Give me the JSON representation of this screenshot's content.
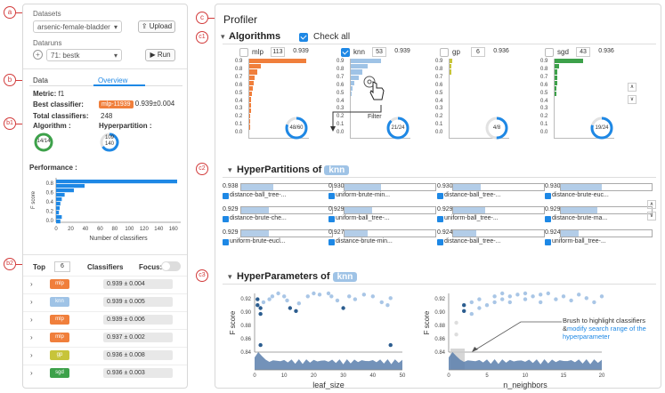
{
  "annotations": [
    "a",
    "b",
    "b1",
    "b2",
    "c",
    "c1",
    "c2",
    "c3"
  ],
  "left": {
    "datasets_label": "Datasets",
    "dataset_value": "arsenic-female-bladder",
    "upload_label": "Upload",
    "dataruns_label": "Dataruns",
    "datarun_value": "71: bestk",
    "run_label": "Run",
    "tabs": [
      "Data",
      "Overview"
    ],
    "metric_label": "Metric:",
    "metric_value": "f1",
    "best_label": "Best classifier:",
    "best_badge": "mlp-11939",
    "best_score": "0.939±0.004",
    "total_label": "Total classifiers:",
    "total_value": "248",
    "algorithm_label": "Algorithm :",
    "algorithm_ring": "14/14",
    "hyperpartition_label": "Hyperpartition :",
    "hyperpartition_ring_top": "109",
    "hyperpartition_ring_bottom": "140",
    "performance_label": "Performance :",
    "perf_chart": {
      "ylabel": "F score",
      "xlabel": "Number of classifiers",
      "yticks": [
        "0.8",
        "0.6",
        "0.4",
        "0.2",
        "0.0"
      ],
      "xticks": [
        "0",
        "20",
        "40",
        "60",
        "80",
        "100",
        "120",
        "140",
        "160"
      ],
      "bars": [
        170,
        40,
        25,
        12,
        8,
        6,
        5,
        4,
        8,
        6
      ]
    },
    "top_label": "Top",
    "top_value": "6",
    "classifiers_label": "Classifiers",
    "focus_label": "Focus:",
    "rows": [
      {
        "tag": "mlp",
        "color": "#f07f3c",
        "score": "0.939 ± 0.004"
      },
      {
        "tag": "knn",
        "color": "#9fc3e6",
        "score": "0.939 ± 0.005"
      },
      {
        "tag": "mlp",
        "color": "#f07f3c",
        "score": "0.939 ± 0.006"
      },
      {
        "tag": "mlp",
        "color": "#f07f3c",
        "score": "0.937 ± 0.002"
      },
      {
        "tag": "gp",
        "color": "#c7c43a",
        "score": "0.936 ± 0.008"
      },
      {
        "tag": "sgd",
        "color": "#3da14a",
        "score": "0.936 ± 0.003"
      }
    ]
  },
  "right": {
    "title": "Profiler",
    "algorithms_title": "Algorithms",
    "check_all": "Check all",
    "algos": [
      {
        "name": "mlp",
        "count": "113",
        "score": "0.939",
        "ring": "48/60",
        "color": "#f07f3c",
        "checked": false,
        "bars": [
          60,
          12,
          8,
          6,
          5,
          4,
          3,
          2,
          2,
          2,
          1,
          1,
          1
        ]
      },
      {
        "name": "knn",
        "count": "53",
        "score": "0.939",
        "ring": "21/24",
        "color": "#9fc3e6",
        "checked": true,
        "bars": [
          32,
          18,
          12,
          8,
          4,
          2,
          1
        ]
      },
      {
        "name": "gp",
        "count": "6",
        "score": "0.936",
        "ring": "4/8",
        "color": "#c7c43a",
        "checked": false,
        "bars": [
          3,
          2,
          2
        ]
      },
      {
        "name": "sgd",
        "count": "43",
        "score": "0.936",
        "ring": "19/24",
        "color": "#3da14a",
        "checked": false,
        "bars": [
          30,
          5,
          3,
          3,
          3,
          2,
          2
        ]
      }
    ],
    "algo_yticks": [
      "0.9",
      "0.8",
      "0.7",
      "0.6",
      "0.5",
      "0.4",
      "0.3",
      "0.2",
      "0.1",
      "0.0"
    ],
    "filter_label": "Filter",
    "hyperpartitions_title": "HyperPartitions of",
    "hp_pill": "knn",
    "hps": [
      {
        "value": "0.938",
        "label": "distance-ball_tree-...",
        "fill": 0.35
      },
      {
        "value": "0.930",
        "label": "uniform-brute-min...",
        "fill": 0.4
      },
      {
        "value": "0.930",
        "label": "distance-ball_tree-...",
        "fill": 0.3
      },
      {
        "value": "0.930",
        "label": "distance-brute-euc...",
        "fill": 0.45
      },
      {
        "value": "0.929",
        "label": "distance-brute-che...",
        "fill": 0.3
      },
      {
        "value": "0.929",
        "label": "uniform-ball_tree-...",
        "fill": 0.3
      },
      {
        "value": "0.929",
        "label": "uniform-ball_tree-...",
        "fill": 0.35
      },
      {
        "value": "0.929",
        "label": "distance-brute-ma...",
        "fill": 0.4
      },
      {
        "value": "0.929",
        "label": "uniform-brute-eucl...",
        "fill": 0.3
      },
      {
        "value": "0.927",
        "label": "distance-brute-min...",
        "fill": 0.25
      },
      {
        "value": "0.924",
        "label": "distance-ball_tree-...",
        "fill": 0.25
      },
      {
        "value": "0.924",
        "label": "uniform-ball_tree-...",
        "fill": 0.2
      }
    ],
    "hyperparameters_title": "HyperParameters of",
    "hpm_pill": "knn",
    "scatter1": {
      "xlabel": "leaf_size",
      "ylabel": "F score",
      "yticks": [
        "0.92",
        "0.90",
        "0.88",
        "0.86",
        "0.84"
      ],
      "xticks": [
        "0",
        "10",
        "20",
        "30",
        "40",
        "50"
      ]
    },
    "scatter2": {
      "xlabel": "n_neighbors",
      "ylabel": "F score",
      "yticks": [
        "0.92",
        "0.90",
        "0.88",
        "0.86",
        "0.84"
      ],
      "xticks": [
        "0",
        "5",
        "10",
        "15",
        "20"
      ]
    },
    "brush_note_1": "Brush to highlight classifiers",
    "brush_note_2": "&",
    "brush_note_link": "modify search range of the hyperparameter"
  }
}
